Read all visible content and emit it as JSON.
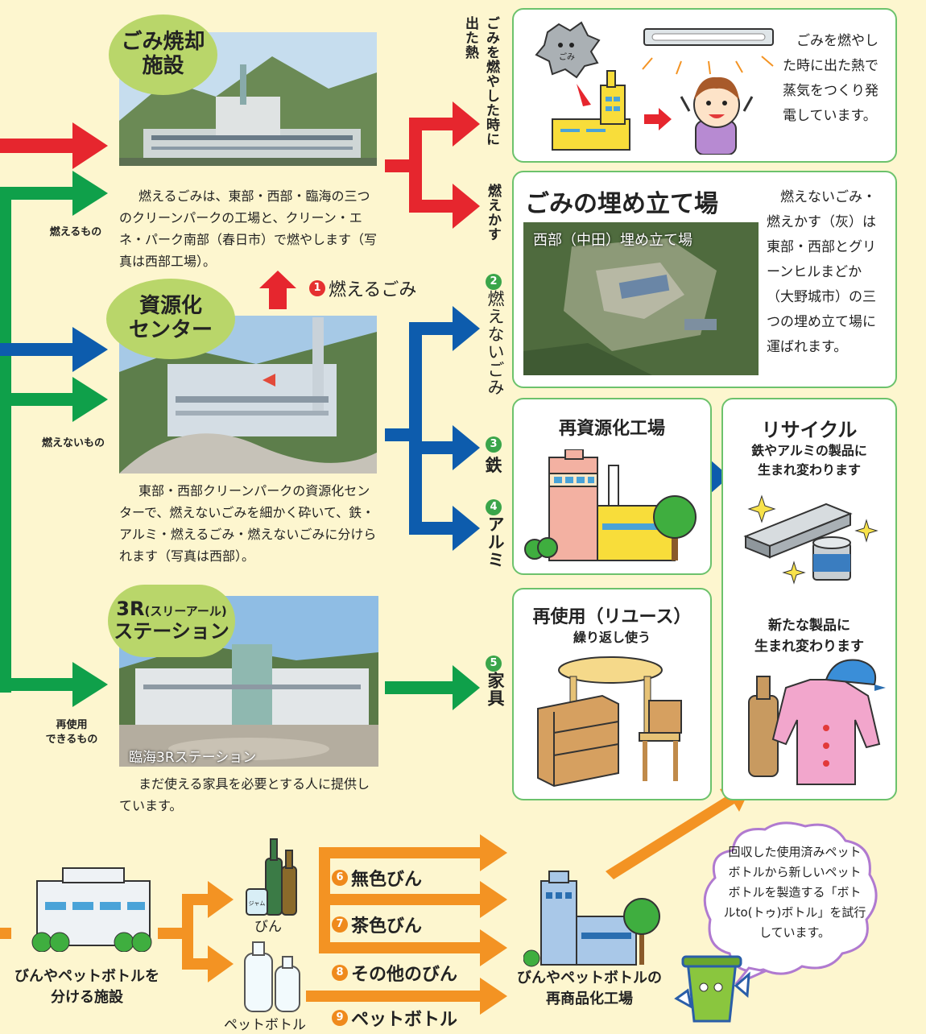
{
  "incinerator": {
    "title_line1": "ごみ焼却",
    "title_line2": "施設",
    "caption": "燃えるごみは、東部・西部・臨海の三つのクリーンパークの工場と、クリーン・エネ・パーク南部（春日市）で燃やします（写真は西部工場）。"
  },
  "recycling_center": {
    "title_line1": "資源化",
    "title_line2": "センター",
    "caption": "東部・西部クリーンパークの資源化センターで、燃えないごみを細かく砕いて、鉄・アルミ・燃えるごみ・燃えないごみに分けられます（写真は西部）。"
  },
  "station": {
    "title_line1": "3R",
    "title_small": "(スリーアール)",
    "title_line2": "ステーション",
    "photo_label": "臨海3Rステーション",
    "caption": "まだ使える家具を必要とする人に提供しています。"
  },
  "side_labels": {
    "burnable": "燃えるもの",
    "non_burnable": "燃えないもの",
    "reusable_line1": "再使用",
    "reusable_line2": "できるもの"
  },
  "flow_labels": {
    "heat_top": "出た熱",
    "heat_main": "ごみを燃やした時に",
    "ash": "燃えかす",
    "burnable_num": "1",
    "burnable": "燃えるごみ",
    "nonburn_num": "2",
    "nonburn": "燃えないごみ",
    "iron_num": "3",
    "iron": "鉄",
    "alum_num": "4",
    "alum": "アルミ",
    "furniture_num": "5",
    "furniture": "家具"
  },
  "power_box": {
    "icon_label": "ごみ",
    "text": "ごみを燃やした時に出た熱で蒸気をつくり発電しています。"
  },
  "landfill_box": {
    "title": "ごみの埋め立て場",
    "photo_label": "西部（中田）埋め立て場",
    "text": "燃えないごみ・燃えかす（灰）は東部・西部とグリーンヒルまどか（大野城市）の三つの埋め立て場に運ばれます。"
  },
  "factory_box": {
    "title": "再資源化工場"
  },
  "recycle_box": {
    "title": "リサイクル",
    "sub1": "鉄やアルミの製品に",
    "sub2": "生まれ変わります",
    "sub3": "新たな製品に",
    "sub4": "生まれ変わります"
  },
  "reuse_box": {
    "title": "再使用（リユース）",
    "sub": "繰り返し使う"
  },
  "bottles": {
    "sort_facility_line1": "びんやペットボトルを",
    "sort_facility_line2": "分ける施設",
    "bin_label": "びん",
    "pet_label": "ペットボトル",
    "jar_label": "ジャム",
    "c6_num": "6",
    "c6": "無色びん",
    "c7_num": "7",
    "c7": "茶色びん",
    "c8_num": "8",
    "c8": "その他のびん",
    "c9_num": "9",
    "c9": "ペットボトル",
    "factory_line1": "びんやペットボトルの",
    "factory_line2": "再商品化工場",
    "cloud_text": "回収した使用済みペットボトルから新しいペットボトルを製造する「ボトルto(トゥ)ボトル」を試行しています。"
  },
  "colors": {
    "red": "#e6262e",
    "green": "#0fa04a",
    "blue": "#0d5cad",
    "orange": "#f39323",
    "bubble": "#b9d66a",
    "boxborder": "#6cc26c"
  }
}
